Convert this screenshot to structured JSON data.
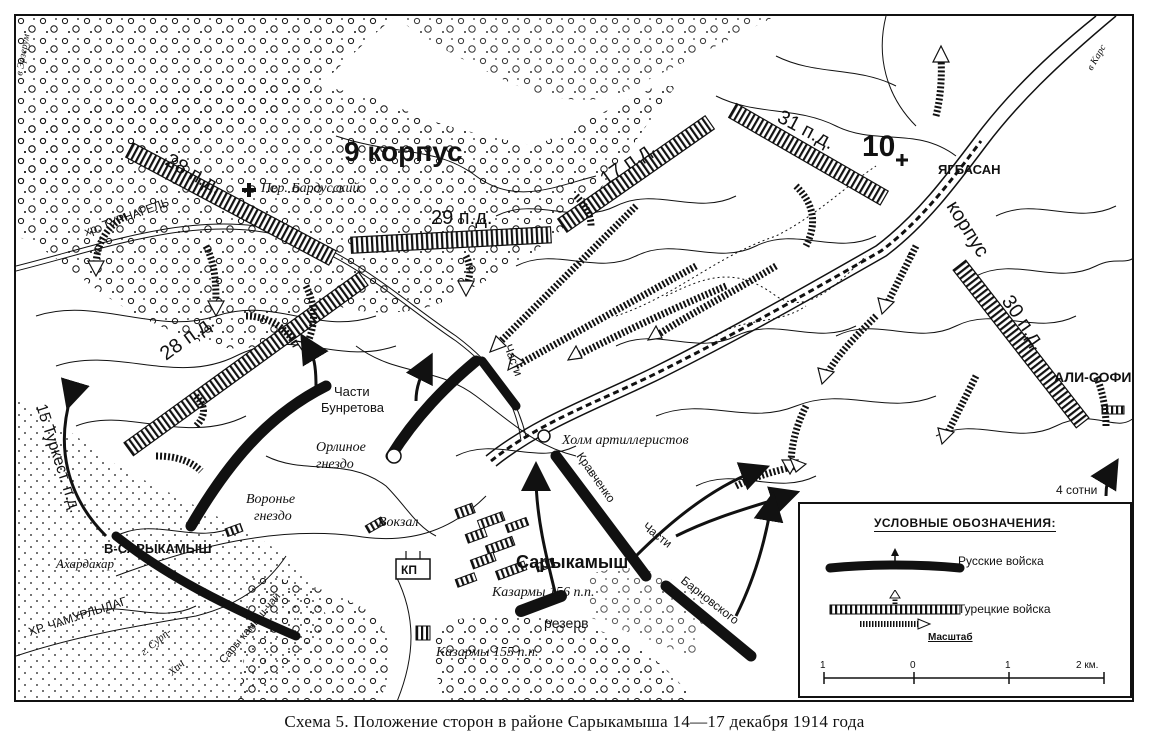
{
  "caption": "Схема 5. Положение сторон в районе Сарыкамыша 14—17 декабря 1914 года",
  "formations": {
    "corps9": "9 корпус",
    "corps10_num": "10",
    "corps10_word": "корпус",
    "div28a": "28 п.д.",
    "div28b": "28 п.д.",
    "div29": "29 п.д.",
    "div17": "17 п.д.",
    "div31": "31 п.д.",
    "div30": "30 п.д.",
    "div15": "15 Туркест. п.д."
  },
  "places": {
    "bardussky": "Пер. Бардусский",
    "turnagel": "хр. ТУРНАГЕЛЬ",
    "yagbasan": "ЯГБАСАН",
    "ali_sofi": "АЛИ-СОФИ",
    "v_sarykamysh": "В-САРЫКАМЫШ",
    "akhardakhar": "Ахардахар",
    "chamurlydag": "ХР. ЧАМУРЛЫДАГ",
    "sarykamysh": "Сарыкамыш",
    "kazarmy156": "Казармы 156 п.п.",
    "kazarmy155": "Казармы 155 п.п.",
    "vokzal": "Вокзал",
    "orlinoe_1": "Орлиное",
    "orlinoe_2": "гнездо",
    "voronye_1": "Воронье",
    "voronye_2": "гнездо",
    "kholm": "Холм артиллеристов",
    "sarykamysh_chay": "Сары камыш-чай",
    "gSurp": "г. Сурп-",
    "khach": "Хач",
    "to_kars": "в Карс",
    "to_erzurum": "в Эрзерум"
  },
  "units": {
    "bunretova_1": "Части",
    "bunretova_2": "Бунретова",
    "chasti": "Части",
    "kravchenko": "Кравченко",
    "barnovskogo_1": "Части",
    "barnovskogo_2": "Барновского",
    "rezerv": "резерв",
    "kp": "КП",
    "sotni": "4 сотни"
  },
  "legend": {
    "title": "УСЛОВНЫЕ ОБОЗНАЧЕНИЯ:",
    "russian": "Русские войска",
    "turkish": "Турецкие войска",
    "scale_title": "Масштаб",
    "ticks": [
      "1",
      "0",
      "1",
      "2 км."
    ]
  },
  "colors": {
    "ink": "#111111",
    "paper": "#ffffff"
  }
}
